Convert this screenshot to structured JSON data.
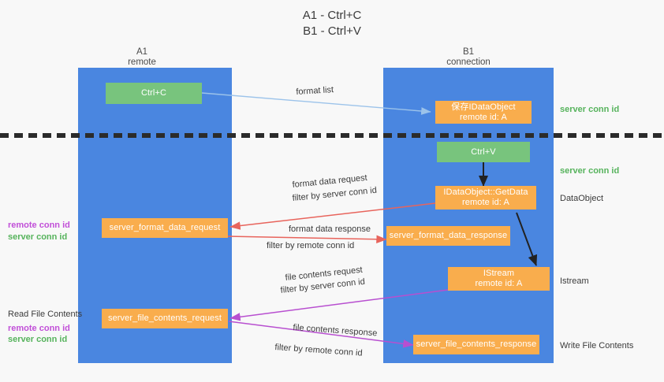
{
  "title": "A1 - Ctrl+C\nB1 - Ctrl+V",
  "columns": [
    {
      "name": "A1",
      "sub": "remote",
      "header": "A1\nremote"
    },
    {
      "name": "B1",
      "sub": "connection",
      "header": "B1\nconnection"
    }
  ],
  "colors": {
    "lane": "#4a86e0",
    "green_box": "#78c47d",
    "orange_box": "#f9ad4d",
    "red_arrow": "#e8645c",
    "purple_arrow": "#b84fd0",
    "blue_arrow": "#9cc3ea",
    "black_arrow": "#222222",
    "green_text": "#56b35c",
    "purple_text": "#c14fd8",
    "background": "#f8f8f8"
  },
  "nodes": {
    "ctrl_c": "Ctrl+C",
    "save_idataobject": "保存IDataObject\nremote id: A",
    "ctrl_v": "Ctrl+V",
    "getdata": "IDataObject::GetData\nremote id: A",
    "server_format_data_request": "server_format_data_request",
    "server_format_data_response": "server_format_data_response",
    "istream": "IStream\nremote id: A",
    "server_file_contents_request": "server_file_contents_request",
    "server_file_contents_response": "server_file_contents_response"
  },
  "edge_labels": {
    "format_list": "format list",
    "format_data_request": "format data request",
    "format_data_request_filter_prefix": "filter by ",
    "format_data_request_filter_value": "server conn id",
    "format_data_response": "format data response",
    "format_data_response_filter_prefix": "filter by ",
    "format_data_response_filter_value": "remote conn id",
    "file_contents_request": "file contents request",
    "file_contents_request_filter_prefix": "filter by ",
    "file_contents_request_filter_value": "server conn id",
    "file_contents_response": "file contents response",
    "file_contents_response_filter_prefix": "filter by ",
    "file_contents_response_filter_value": "remote conn id"
  },
  "side_labels": {
    "right_server_conn_top": "server conn id",
    "right_server_conn_mid": "server conn id",
    "right_dataobject": "DataObject",
    "right_istream": "Istream",
    "right_write_file_contents": "Write File Contents",
    "left_remote_conn_mid": "remote conn id",
    "left_server_conn_mid": "server conn id",
    "left_read_file_contents": "Read File Contents",
    "left_remote_conn_bot": "remote conn id",
    "left_server_conn_bot": "server conn id"
  }
}
